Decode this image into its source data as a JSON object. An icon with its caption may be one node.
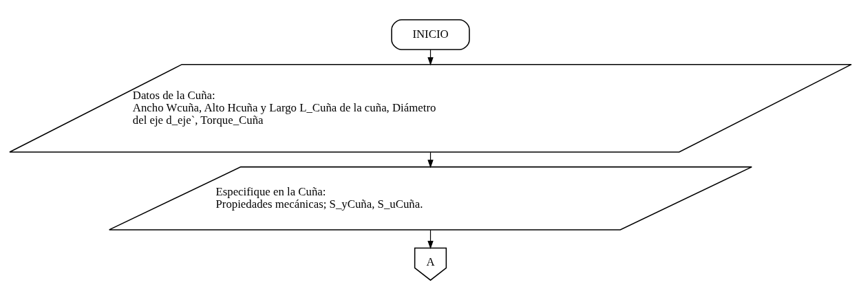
{
  "diagram": {
    "nodes": [
      {
        "text": [
          "INICIO"
        ]
      },
      {
        "text": [
          "Datos de la Cuña:",
          "Ancho Wcuña, Alto Hcuña y Largo L_Cuña de la cuña, Diámetro del eje d_eje`, Torque_Cuña"
        ]
      },
      {
        "text": [
          "Especifique en la Cuña:",
          "Propiedades mecánicas; S_yCuña, S_uCuña."
        ]
      },
      {
        "text": [
          "A"
        ]
      }
    ],
    "edges": [
      {
        "from": 0,
        "to": 1,
        "arrow": "to"
      },
      {
        "from": 1,
        "to": 2,
        "arrow": "to"
      },
      {
        "from": 2,
        "to": 3,
        "arrow": "to"
      }
    ]
  }
}
